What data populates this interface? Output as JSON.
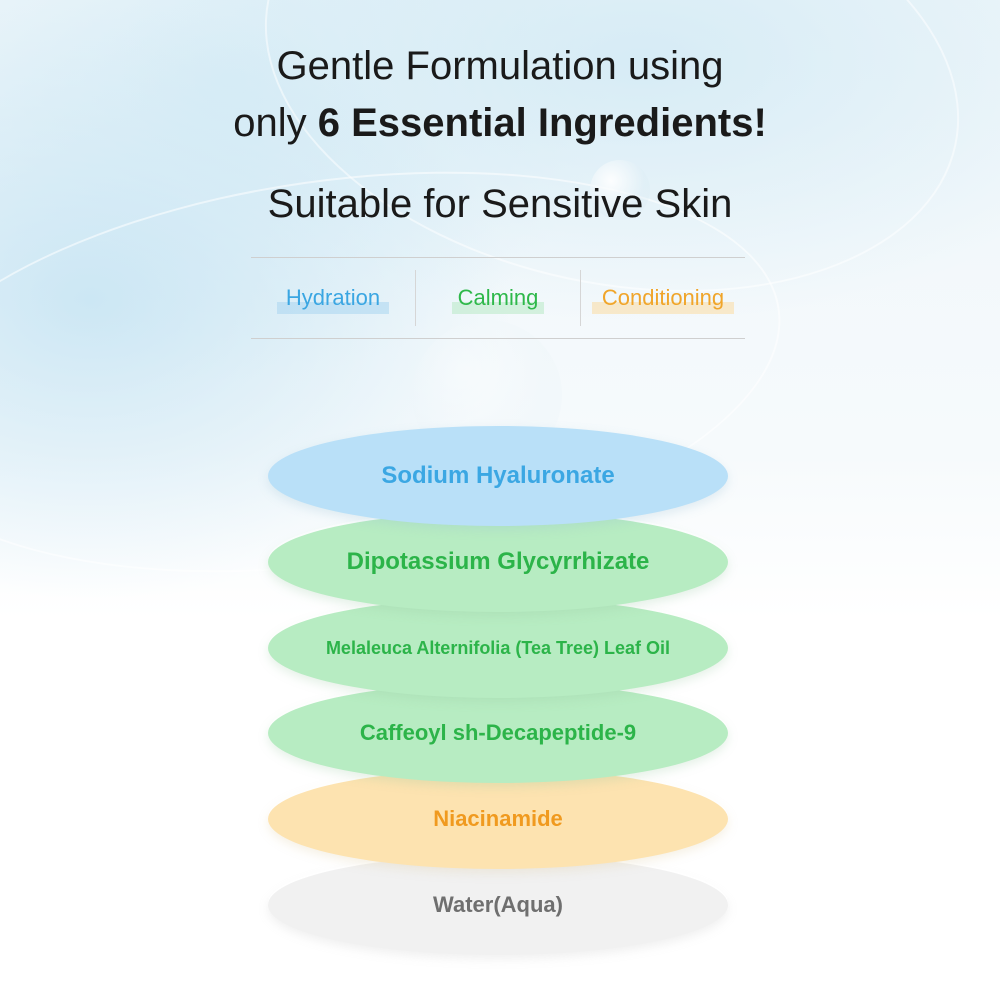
{
  "headline": {
    "line1": "Gentle Formulation using",
    "line2_prefix": "only ",
    "line2_strong": "6 Essential Ingredients!"
  },
  "subheadline": "Suitable for Sensitive Skin",
  "benefits": [
    {
      "label": "Hydration",
      "color": "#3aa6e2"
    },
    {
      "label": "Calming",
      "color": "#2eb84a"
    },
    {
      "label": "Conditioning",
      "color": "#f0a52a"
    }
  ],
  "ingredients": [
    {
      "name": "Sodium Hyaluronate",
      "color": "#b9e0f8"
    },
    {
      "name": "Dipotassium Glycyrrhizate",
      "color": "#b7ecc2"
    },
    {
      "name": "Melaleuca Alternifolia (Tea Tree) Leaf Oil",
      "color": "#b7ecc2"
    },
    {
      "name": "Caffeoyl sh-Decapeptide-9",
      "color": "#b7ecc2"
    },
    {
      "name": "Niacinamide",
      "color": "#fde3b0"
    },
    {
      "name": "Water(Aqua)",
      "color": "#f1f1f1"
    }
  ]
}
